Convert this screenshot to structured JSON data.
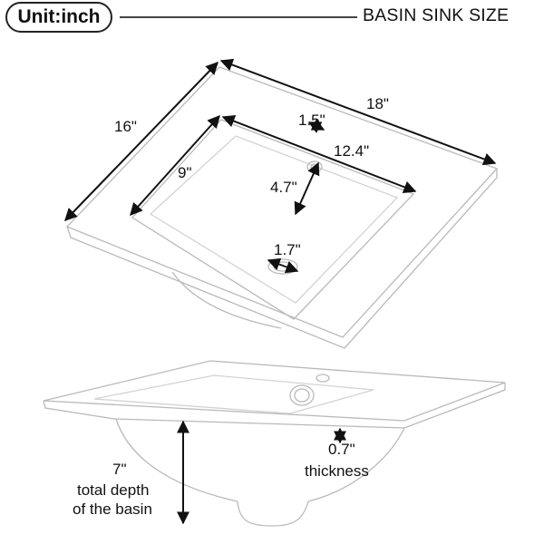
{
  "header": {
    "unit_label": "Unit:inch",
    "title": "BASIN SINK SIZE"
  },
  "dimensions": {
    "outer_width": "16\"",
    "outer_length": "18\"",
    "basin_width": "9\"",
    "basin_length": "12.4\"",
    "faucet_hole": "1.5\"",
    "faucet_to_basin": "4.7\"",
    "drain": "1.7\"",
    "thickness_value": "0.7\"",
    "thickness_label": "thickness",
    "depth_value": "7\"",
    "depth_line1": "total depth",
    "depth_line2": "of the basin"
  },
  "colors": {
    "outline": "#b9b9b9",
    "arrow": "#111111",
    "text": "#111111"
  }
}
